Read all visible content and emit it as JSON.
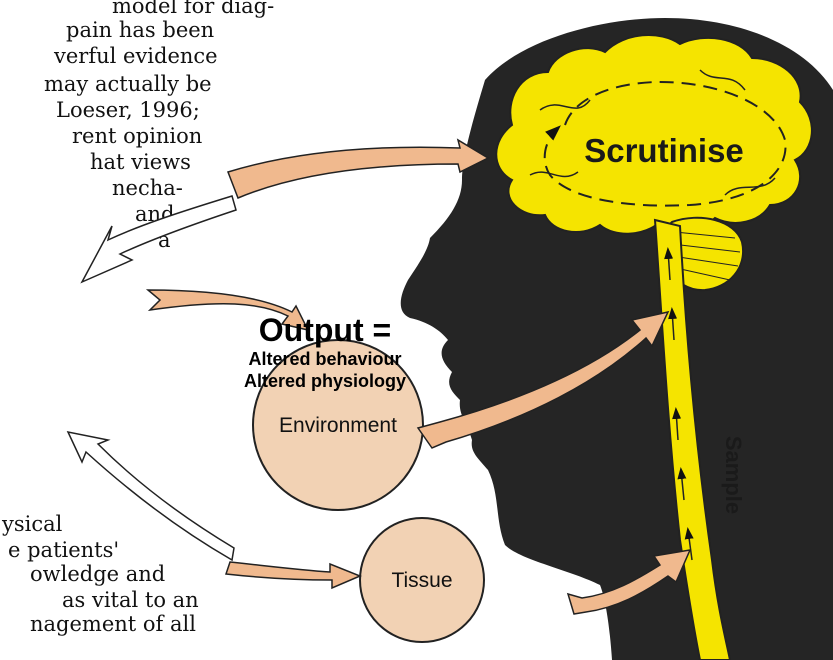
{
  "body_text": {
    "lines": [
      "model for diag-",
      "pain has been",
      "verful evidence",
      "may actually be",
      "Loeser, 1996;",
      "rent opinion",
      "hat views",
      "necha-",
      "and",
      "a",
      "ysical",
      "e patients'",
      "owledge and",
      "as vital to an",
      "nagement of all"
    ]
  },
  "output": {
    "title": "Output =",
    "line1": "Altered behaviour",
    "line2": "Altered physiology"
  },
  "diagram": {
    "brain_label": "Scrutinise",
    "spine_label": "Sample",
    "circles": {
      "environment": "Environment",
      "tissue": "Tissue"
    }
  },
  "colors": {
    "head": "#252525",
    "brain": "#f5e400",
    "circle_fill": "#f2d2b4",
    "arrow_fill": "#f0b98e",
    "line": "#111111"
  }
}
